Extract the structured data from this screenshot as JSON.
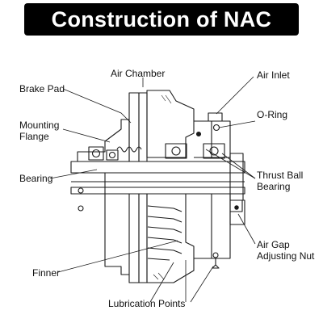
{
  "title": "Construction of NAC",
  "labels": {
    "air_chamber": "Air Chamber",
    "air_inlet": "Air Inlet",
    "brake_pad": "Brake Pad",
    "o_ring": "O-Ring",
    "mounting_flange_line1": "Mounting",
    "mounting_flange_line2": "Flange",
    "bearing": "Bearing",
    "thrust_ball_bearing_line1": "Thrust Ball",
    "thrust_ball_bearing_line2": "Bearing",
    "air_gap_adjusting_nut_line1": "Air Gap",
    "air_gap_adjusting_nut_line2": "Adjusting Nut",
    "finner": "Finner",
    "lubrication_points": "Lubrication Points"
  }
}
